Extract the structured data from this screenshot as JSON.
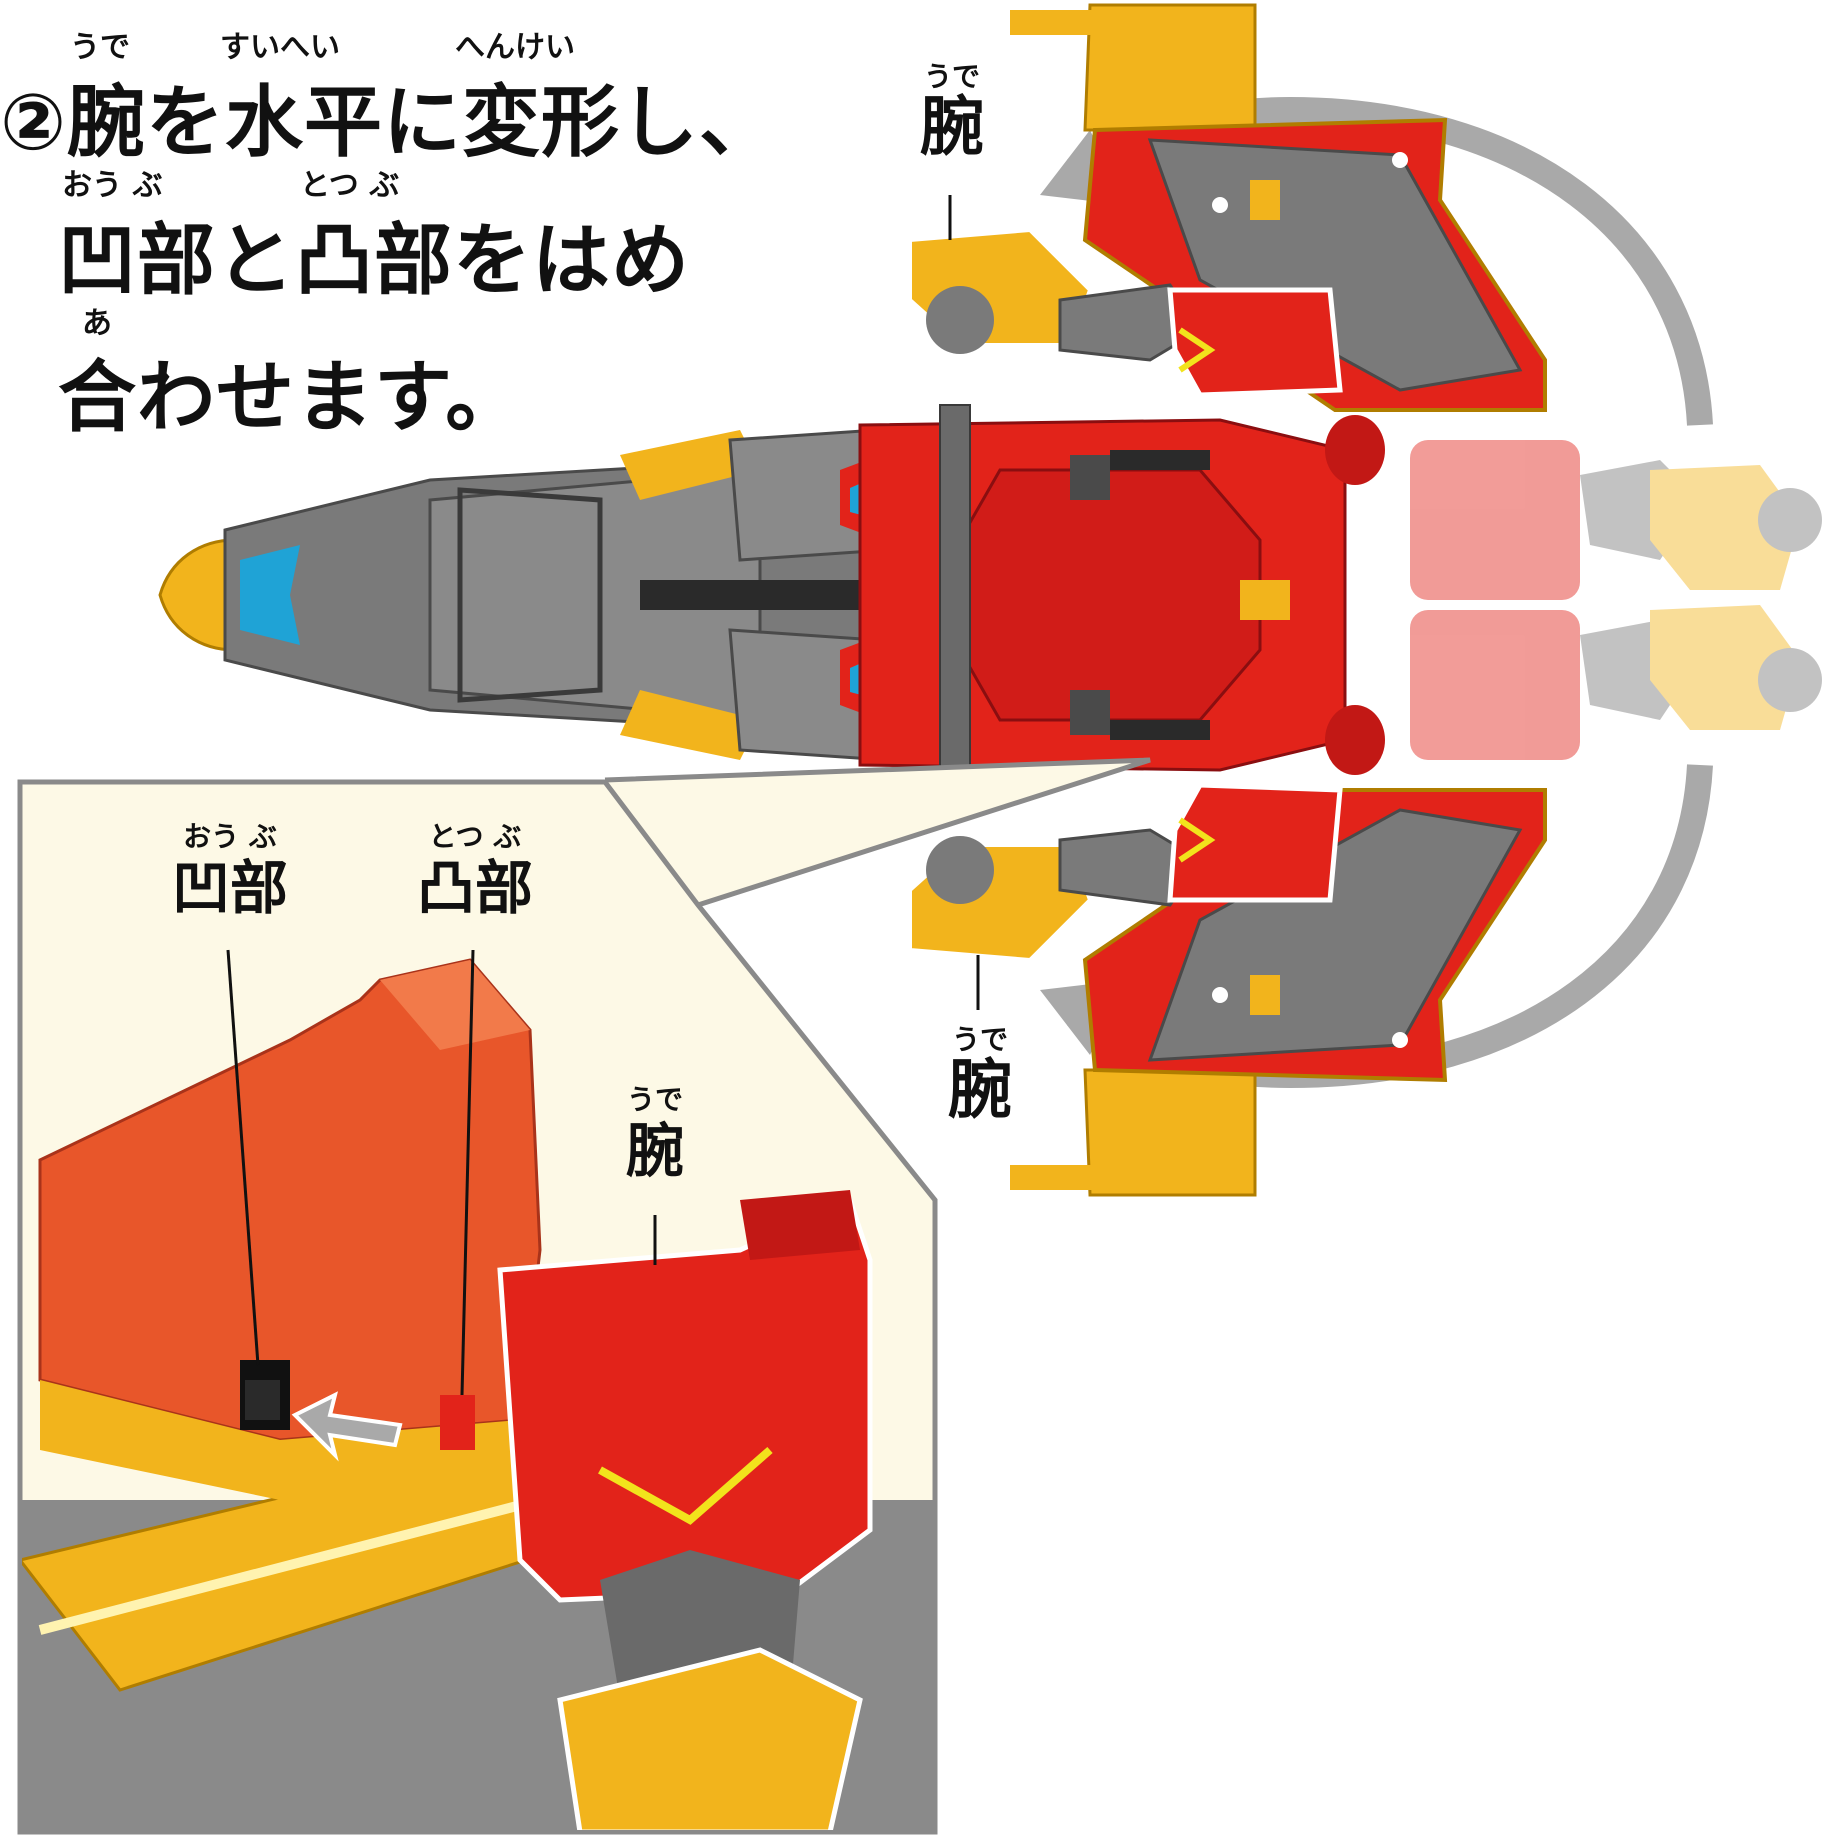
{
  "instruction": {
    "step_marker": "②",
    "line1": "腕を水平に変形し、",
    "line1_ruby": {
      "ude": "うで",
      "suihei": "すいへい",
      "henkei": "へんけい"
    },
    "line2": "凹部と凸部をはめ",
    "line2_ruby": {
      "oubu": "おう ぶ",
      "totsubu": "とつ ぶ"
    },
    "line3": "合わせます。",
    "line3_ruby": {
      "a": "あ"
    }
  },
  "labels": {
    "arm_top": {
      "ruby": "うで",
      "text": "腕"
    },
    "arm_bottom": {
      "ruby": "うで",
      "text": "腕"
    },
    "arm_inset": {
      "ruby": "うで",
      "text": "腕"
    },
    "recess": {
      "ruby": "おう ぶ",
      "text": "凹部"
    },
    "protrusion": {
      "ruby": "とつ ぶ",
      "text": "凸部"
    }
  },
  "colors": {
    "red": "#e2231a",
    "dark_red": "#b8151a",
    "gold": "#f2b41c",
    "gray": "#7a7a7a",
    "dark_gray": "#4a4a4a",
    "blue": "#1fa3d6",
    "inset_bg": "#fdf9e6",
    "arrow_gray": "#a9a9a9",
    "orange": "#e8562a"
  }
}
